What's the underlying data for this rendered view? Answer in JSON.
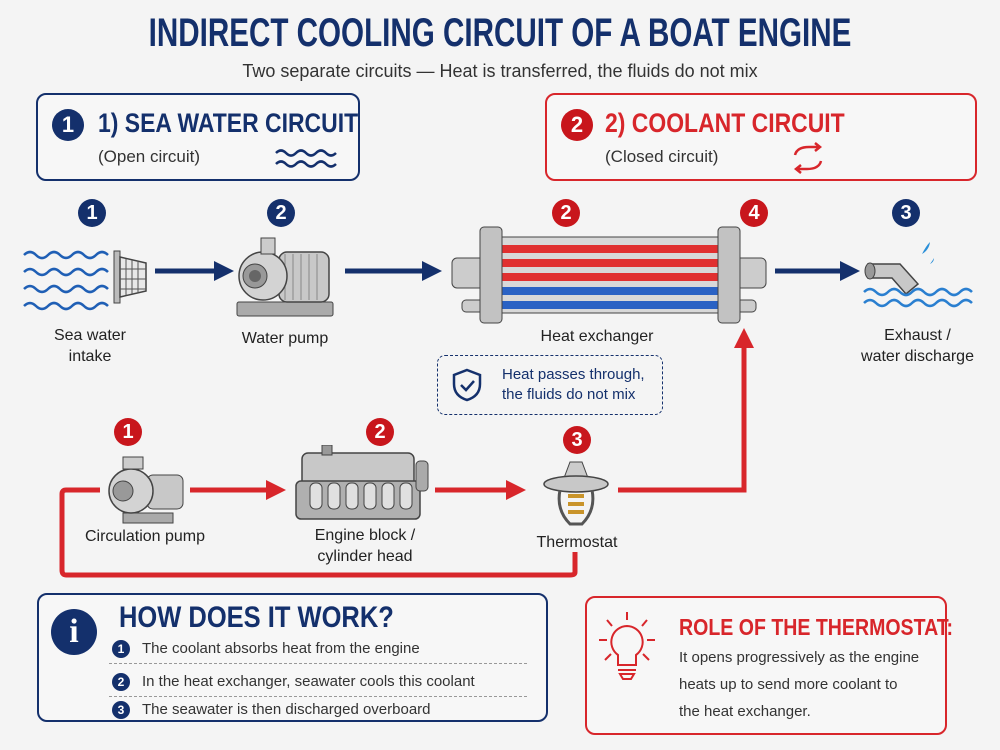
{
  "title": "INDIRECT COOLING CIRCUIT OF A BOAT ENGINE",
  "subtitle": "Two separate circuits — Heat is transferred, the fluids do not mix",
  "colors": {
    "navy": "#14306c",
    "red": "#d8262b",
    "background": "#f4f4f4"
  },
  "sea_circuit": {
    "badge": "1",
    "heading": "1) SEA WATER CIRCUIT",
    "subtitle": "(Open circuit)",
    "icon": "waves-icon"
  },
  "coolant_circuit": {
    "badge": "2",
    "heading": "2) COOLANT CIRCUIT",
    "subtitle": "(Closed circuit)",
    "icon": "loop-arrows-icon"
  },
  "sea_steps": [
    {
      "badge": "1",
      "label_1": "Sea water",
      "label_2": "intake"
    },
    {
      "badge": "2",
      "label_1": "Water pump"
    },
    {
      "badge": "3",
      "label_1": "Exhaust /",
      "label_2": "water discharge"
    }
  ],
  "exchanger": {
    "badge_left": "2",
    "badge_right": "4",
    "label": "Heat exchanger"
  },
  "note": {
    "line_1": "Heat passes through,",
    "line_2": "the fluids do not mix",
    "icon": "shield-check-icon"
  },
  "coolant_steps": [
    {
      "badge": "1",
      "label_1": "Circulation pump"
    },
    {
      "badge": "2",
      "label_1": "Engine block /",
      "label_2": "cylinder head"
    },
    {
      "badge": "3",
      "label_1": "Thermostat"
    }
  ],
  "how": {
    "icon": "info-icon",
    "heading": "HOW DOES IT WORK?",
    "steps": [
      {
        "num": "1",
        "text": "The coolant absorbs heat from the engine"
      },
      {
        "num": "2",
        "text": "In the heat exchanger, seawater cools this coolant"
      },
      {
        "num": "3",
        "text": "The seawater is then discharged overboard"
      }
    ]
  },
  "role": {
    "icon": "lightbulb-icon",
    "heading": "ROLE OF THE THERMOSTAT:",
    "line_1": "It opens progressively as the engine",
    "line_2": "heats up to send more coolant to",
    "line_3": "the heat exchanger."
  }
}
